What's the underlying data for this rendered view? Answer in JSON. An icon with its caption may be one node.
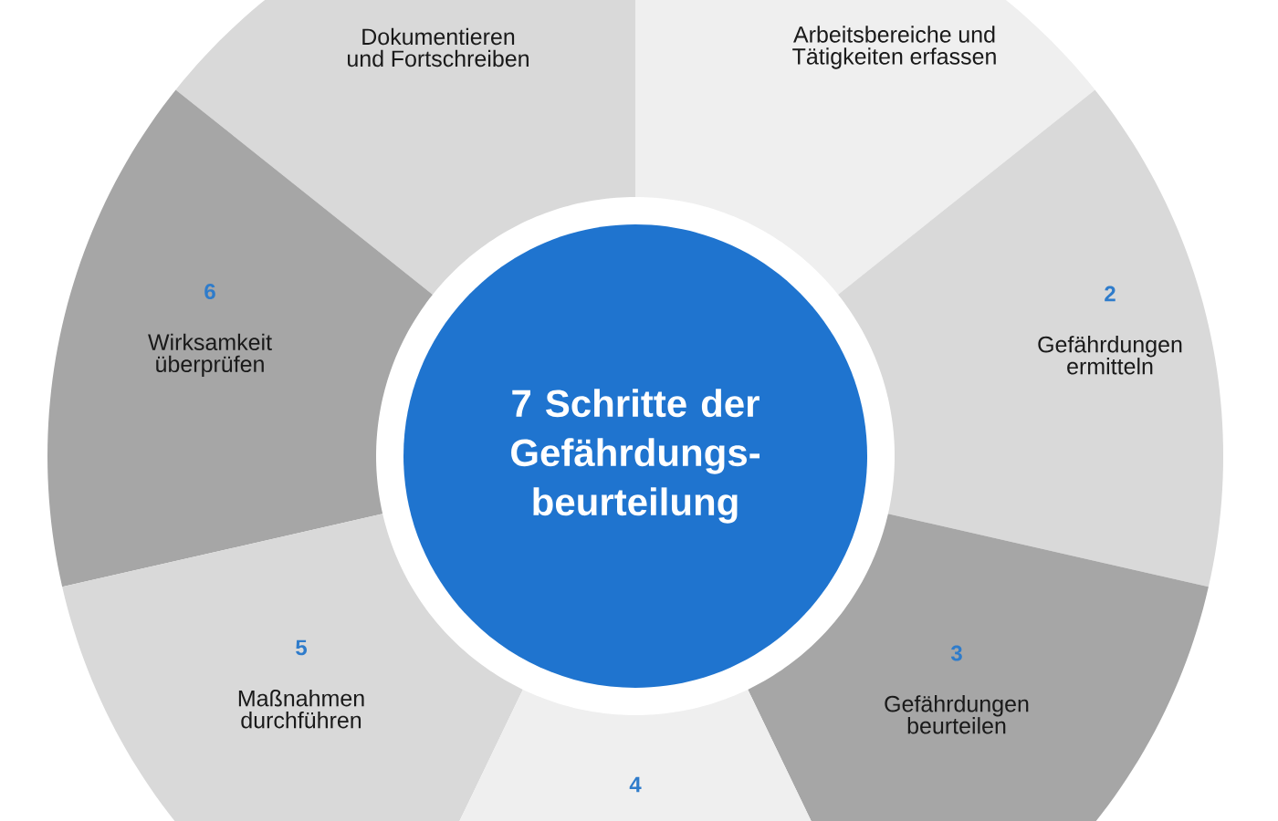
{
  "diagram": {
    "nodes": [
      {
        "text": [
          "Arbeitsbereiche und Tätigkeiten erfassen"
        ]
      },
      {
        "text": [
          "2",
          "Gefährdungen ermitteln"
        ]
      },
      {
        "text": [
          "3",
          "Gefährdungen beurteilen"
        ]
      },
      {
        "text": [
          "4"
        ]
      },
      {
        "text": [
          "5",
          "Maßnahmen durchführen"
        ]
      },
      {
        "text": [
          "6",
          "Wirksamkeit überprüfen"
        ]
      },
      {
        "text": [
          "Dokumentieren und Fortschreiben"
        ]
      },
      {
        "text": [
          "7 Schritte der Gefährdungs- beurteilung"
        ]
      }
    ]
  }
}
